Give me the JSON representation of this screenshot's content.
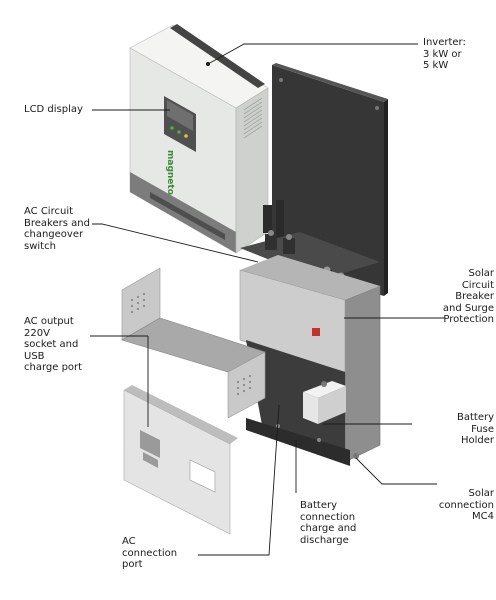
{
  "labels": {
    "inverter": "Inverter:\n3 kW or\n5 kW",
    "lcd": "LCD display",
    "ac_breakers": "AC Circuit\nBreakers and\nchangeover\nswitch",
    "solar_breaker": "Solar\nCircuit\nBreaker\nand Surge\nProtection",
    "ac_output": "AC output\n220V\nsocket and\nUSB\ncharge port",
    "battery_fuse": "Battery\nFuse\nHolder",
    "solar_connection": "Solar\nconnection\nMC4",
    "battery_connection": "Battery\nconnection\ncharge and\ndischarge",
    "ac_connection": "AC\nconnection\nport"
  },
  "brand_logo_text": "magneto",
  "colors": {
    "inverter_body": "#e4e6e4",
    "back_plate": "#3a3a3a",
    "metal": "#c7c7c7",
    "label_text": "#1b1b1b",
    "leader_line": "#1b1b1b",
    "logo_green": "#3f8b35",
    "indicator_red": "#c8302b"
  }
}
